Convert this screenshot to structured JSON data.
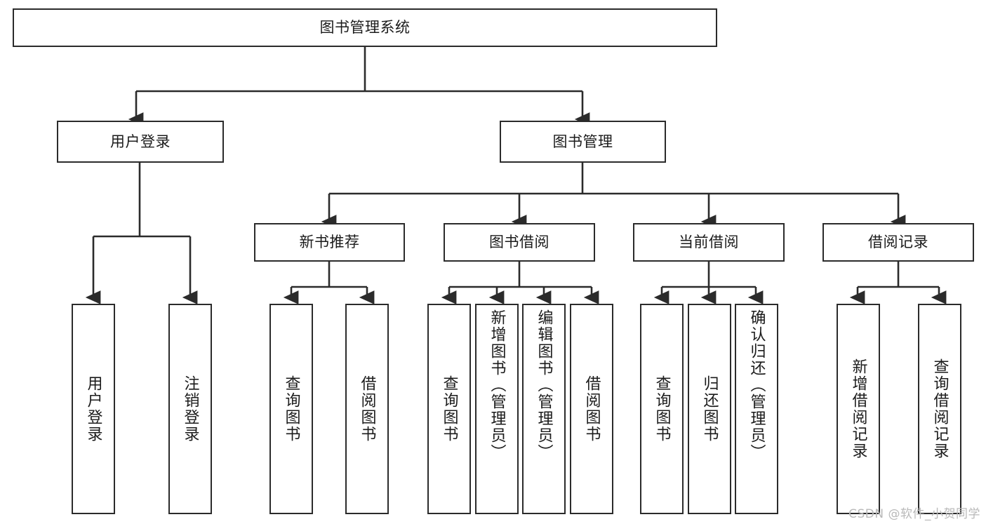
{
  "diagram": {
    "title": "图书管理系统",
    "type": "tree-hierarchy",
    "root": {
      "id": "root",
      "label": "图书管理系统"
    },
    "level2": [
      {
        "id": "user-login",
        "label": "用户登录"
      },
      {
        "id": "book-manage",
        "label": "图书管理"
      }
    ],
    "level3": [
      {
        "id": "new-book-rec",
        "label": "新书推荐",
        "parent": "book-manage"
      },
      {
        "id": "book-borrow",
        "label": "图书借阅",
        "parent": "book-manage"
      },
      {
        "id": "current-borrow",
        "label": "当前借阅",
        "parent": "book-manage"
      },
      {
        "id": "borrow-record",
        "label": "借阅记录",
        "parent": "book-manage"
      }
    ],
    "leaves": [
      {
        "id": "leaf-user-login",
        "label": "用户登录",
        "parent": "user-login"
      },
      {
        "id": "leaf-logout-login",
        "label": "注销登录",
        "parent": "user-login"
      },
      {
        "id": "leaf-query-book-1",
        "label": "查询图书",
        "parent": "new-book-rec"
      },
      {
        "id": "leaf-borrow-book-1",
        "label": "借阅图书",
        "parent": "new-book-rec"
      },
      {
        "id": "leaf-query-book-2",
        "label": "查询图书",
        "parent": "book-borrow"
      },
      {
        "id": "leaf-add-book",
        "label": "新增图书（管理员）",
        "parent": "book-borrow"
      },
      {
        "id": "leaf-edit-book",
        "label": "编辑图书（管理员）",
        "parent": "book-borrow"
      },
      {
        "id": "leaf-borrow-book-2",
        "label": "借阅图书",
        "parent": "book-borrow"
      },
      {
        "id": "leaf-query-book-3",
        "label": "查询图书",
        "parent": "current-borrow"
      },
      {
        "id": "leaf-return-book",
        "label": "归还图书",
        "parent": "current-borrow"
      },
      {
        "id": "leaf-confirm-return",
        "label": "确认归还（管理员）",
        "parent": "current-borrow"
      },
      {
        "id": "leaf-add-record",
        "label": "新增借阅记录",
        "parent": "borrow-record"
      },
      {
        "id": "leaf-query-record",
        "label": "查询借阅记录",
        "parent": "borrow-record"
      }
    ],
    "colors": {
      "node_border": "#2b2b2b",
      "node_fill": "#ffffff",
      "edge": "#2b2b2b",
      "text": "#1b1b1b",
      "watermark": "#b9b9b9",
      "background": "#ffffff"
    }
  },
  "watermark": {
    "text": "CSDN @软件_小贺同学"
  }
}
